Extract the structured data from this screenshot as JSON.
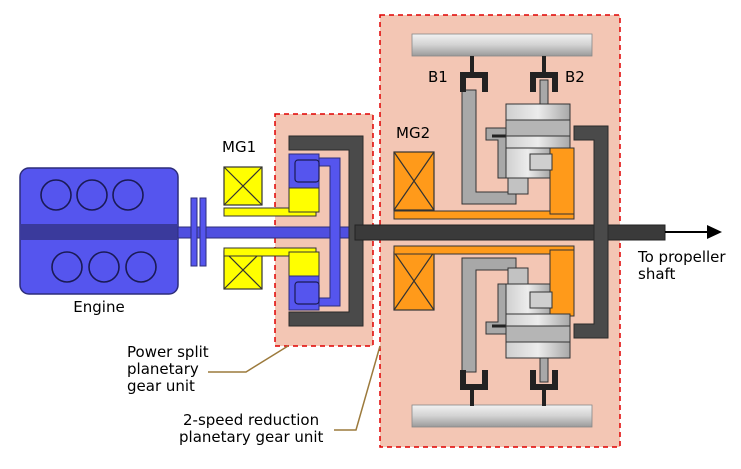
{
  "labels": {
    "mg1": "MG1",
    "mg2": "MG2",
    "b1": "B1",
    "b2": "B2",
    "engine": "Engine",
    "output_line1": "To propeller",
    "output_line2": "shaft",
    "psg_line1": "Power split",
    "psg_line2": "planetary",
    "psg_line3": "gear unit",
    "red_line1": "2-speed reduction",
    "red_line2": "planetary gear unit"
  },
  "colors": {
    "engine_fill": "#5555ee",
    "engine_dark": "#2d2d7a",
    "mg1_fill": "#ffff00",
    "mg2_fill": "#ff9a1a",
    "ring_gray": "#4a4a4a",
    "light_gray": "#b8b8b8",
    "dashed_red": "#e00000",
    "box_fill": "#f3c6b4",
    "leader_brown": "#9c7a3c",
    "shaft_blue": "#4f4fe0"
  }
}
